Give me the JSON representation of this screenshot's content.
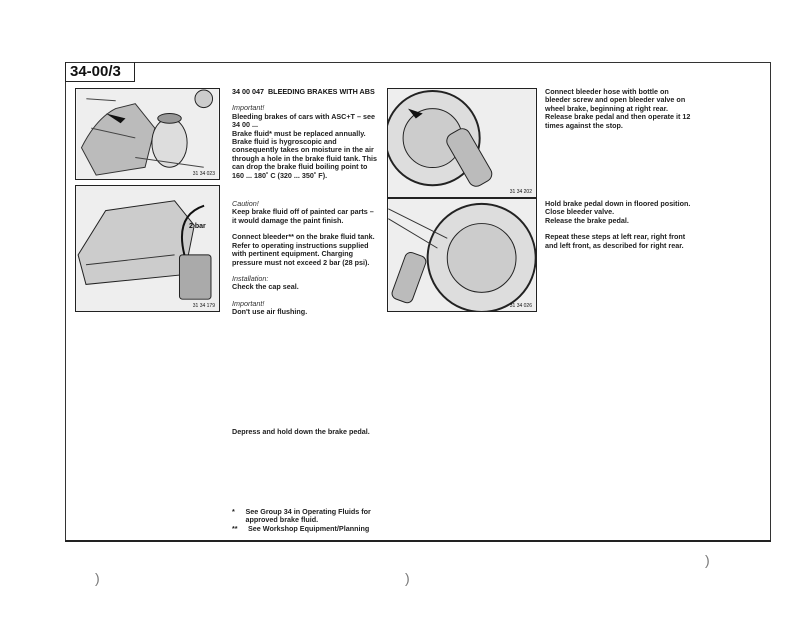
{
  "header": {
    "page_id": "34-00/3"
  },
  "figures": [
    {
      "number": "31 34 023"
    },
    {
      "number": "31 34 179",
      "label": "2 bar"
    },
    {
      "number": "31 34 202"
    },
    {
      "number": "31 34 026"
    }
  ],
  "col1": {
    "title_code": "34 00 047",
    "title": "BLEEDING BRAKES WITH ABS",
    "important1_label": "Important!",
    "important1_text": "Bleeding brakes of cars with ASC+T – see 34 00 ...",
    "fluid_text": "Brake fluid* must be replaced annually. Brake fluid is hygroscopic and consequently takes on moisture in the air through a hole in the brake fluid tank. This can drop the brake fluid boiling point to 160 ... 180˚ C (320 ... 350˚ F).",
    "caution_label": "Caution!",
    "caution_text": "Keep brake fluid off of painted car parts – it would damage the paint finish.",
    "connect_text": "Connect bleeder** on the brake fluid tank. Refer to operating instructions supplied with pertinent equipment. Charging pressure must not exceed 2 bar (28 psi).",
    "installation_label": "Installation:",
    "installation_text": "Check the cap seal.",
    "important2_label": "Important!",
    "important2_text": "Don't use air flushing.",
    "depress_text": "Depress and hold down the brake pedal.",
    "footnotes": [
      {
        "mark": "*",
        "text": "See Group 34 in Operating Fluids for approved brake fluid."
      },
      {
        "mark": "**",
        "text": "See Workshop Equipment/Planning"
      }
    ]
  },
  "col2": {
    "step1": "Connect bleeder hose with bottle on bleeder screw and open bleeder valve on wheel brake, beginning at right rear. Release brake pedal and then operate it 12 times against the stop.",
    "step2a": "Hold brake pedal down in floored position.",
    "step2b": "Close bleeder valve.",
    "step2c": "Release the brake pedal.",
    "step3": "Repeat these steps at left rear, right front and left front, as described for right rear."
  }
}
